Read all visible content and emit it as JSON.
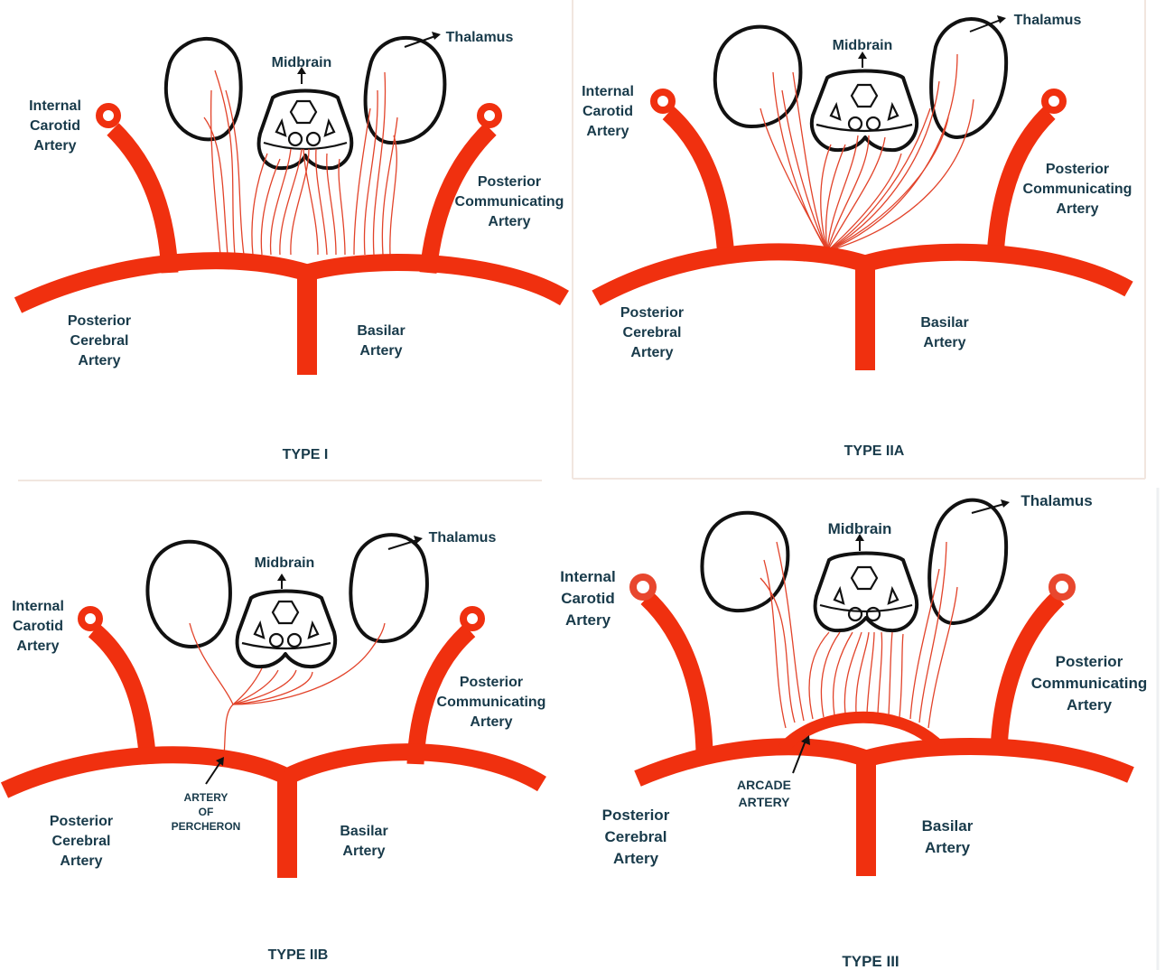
{
  "labels": {
    "thalamus": "Thalamus",
    "midbrain": "Midbrain",
    "ica_1": "Internal",
    "ica_2": "Carotid",
    "ica_3": "Artery",
    "pcom_1": "Posterior",
    "pcom_2": "Communicating",
    "pcom_3": "Artery",
    "pca_1": "Posterior",
    "pca_2": "Cerebral",
    "pca_3": "Artery",
    "basilar_1": "Basilar",
    "basilar_2": "Artery",
    "percheron_1": "ARTERY",
    "percheron_2": "OF",
    "percheron_3": "PERCHERON",
    "arcade_1": "ARCADE",
    "arcade_2": "ARTERY"
  },
  "panels": [
    {
      "id": "type-1",
      "caption": "TYPE I"
    },
    {
      "id": "type-2a",
      "caption": "TYPE IIA"
    },
    {
      "id": "type-2b",
      "caption": "TYPE IIB"
    },
    {
      "id": "type-3",
      "caption": "TYPE III"
    }
  ],
  "colors": {
    "artery": "#f0300f",
    "artery_type3": "#e8472e",
    "perforator": "#e2432a",
    "outline": "#111111",
    "text": "#183a4a"
  }
}
